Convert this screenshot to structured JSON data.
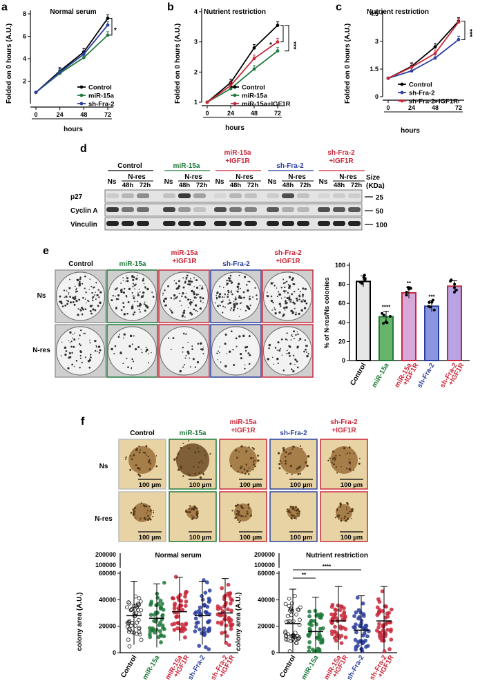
{
  "colors": {
    "control": "#000000",
    "mir15a": "#1f7a3a",
    "igf1r": "#c8283a",
    "shfra2": "#2b3f9e",
    "bar_control": "#e6e6e6",
    "bar_mir": "#66b56b",
    "bar_mir_igf": "#d8a8d8",
    "bar_sh": "#8a96e0",
    "bar_sh_igf": "#b8a4e4"
  },
  "panel_a": {
    "letter": "a",
    "title": "Normal serum",
    "ylabel": "Folded on 0 hours (A.U.)",
    "xlabel": "hours",
    "sig": "*"
  },
  "panel_b": {
    "letter": "b",
    "title": "Nutrient restriction",
    "ylabel": "Folded on 0 hours (A.U.)",
    "xlabel": "hours",
    "sig1": "*",
    "sig2": "***"
  },
  "panel_c": {
    "letter": "c",
    "title": "Nutrient restriction",
    "ylabel": "Folded on 0 hours (A.U.)",
    "xlabel": "hours",
    "sig": "***"
  },
  "chart_data": [
    {
      "type": "line",
      "title": "Normal serum",
      "xlabel": "hours",
      "ylabel": "Folded on 0 hours (A.U.)",
      "x": [
        0,
        24,
        48,
        72
      ],
      "ylim": [
        0,
        8
      ],
      "yticks": [
        2,
        4,
        6,
        8
      ],
      "series": [
        {
          "name": "Control",
          "values": [
            1,
            2.9,
            4.6,
            7.6
          ]
        },
        {
          "name": "miR-15a",
          "values": [
            1,
            2.7,
            4.1,
            6.1
          ]
        },
        {
          "name": "sh-Fra-2",
          "values": [
            1,
            2.8,
            4.4,
            7.0
          ]
        }
      ]
    },
    {
      "type": "line",
      "title": "Nutrient restriction",
      "xlabel": "hours",
      "ylabel": "Folded on 0 hours (A.U.)",
      "x": [
        0,
        24,
        48,
        72
      ],
      "ylim": [
        1,
        4
      ],
      "yticks": [
        1,
        2,
        3,
        4
      ],
      "series": [
        {
          "name": "Control",
          "values": [
            1,
            1.65,
            2.8,
            3.55
          ]
        },
        {
          "name": "miR-15a",
          "values": [
            1,
            1.45,
            2.1,
            2.7
          ]
        },
        {
          "name": "miR-15a+IGF1R",
          "values": [
            1,
            1.55,
            2.45,
            3.0
          ]
        }
      ]
    },
    {
      "type": "line",
      "title": "Nutrient restriction",
      "xlabel": "hours",
      "ylabel": "Folded on 0 hours (A.U.)",
      "x": [
        0,
        24,
        48,
        72
      ],
      "ylim": [
        0,
        4.5
      ],
      "yticks": [
        0,
        1.5,
        3.0,
        4.5
      ],
      "series": [
        {
          "name": "Control",
          "values": [
            1,
            1.65,
            2.7,
            4.1
          ]
        },
        {
          "name": "sh-Fra-2",
          "values": [
            1,
            1.4,
            2.1,
            3.1
          ]
        },
        {
          "name": "sh-Fra-2+IGF1R",
          "values": [
            1,
            1.6,
            2.35,
            4.05
          ]
        }
      ]
    },
    {
      "type": "bar",
      "ylabel": "% of N-res/Ns colonies",
      "ylim": [
        0,
        100
      ],
      "yticks": [
        0,
        20,
        40,
        60,
        80,
        100
      ],
      "categories": [
        "Control",
        "miR-15a",
        "miR-15a +IGF1R",
        "sh-Fra-2",
        "sh-Fra-2 +IGF1R"
      ],
      "values": [
        83,
        46,
        71,
        57,
        78
      ],
      "sig": [
        "",
        "****",
        "**",
        "***",
        ""
      ]
    },
    {
      "type": "scatter",
      "title": "Normal serum",
      "ylabel": "colony area (A.U.)",
      "yticks": [
        "0",
        "20000",
        "40000",
        "60000",
        "100000",
        "200000"
      ],
      "categories": [
        "Control",
        "miR-15a",
        "miR-15a +IGF1R",
        "sh-Fra-2",
        "sh-Fra-2 +IGF1R"
      ],
      "means": [
        28000,
        26000,
        31000,
        28000,
        30000
      ]
    },
    {
      "type": "scatter",
      "title": "Nutrient restriction",
      "ylabel": "colony area (A.U.)",
      "yticks": [
        "0",
        "20000",
        "40000",
        "60000",
        "100000",
        "200000"
      ],
      "categories": [
        "Control",
        "miR-15a",
        "miR-15a +IGF1R",
        "sh-Fra-2",
        "sh-Fra-2 +IGF1R"
      ],
      "means": [
        22000,
        16000,
        24000,
        17000,
        24000
      ],
      "sig": [
        "**",
        "****"
      ]
    }
  ],
  "panel_d": {
    "letter": "d",
    "groups": [
      {
        "name": "Control",
        "extra": ""
      },
      {
        "name": "miR-15a",
        "extra": ""
      },
      {
        "name": "miR-15a",
        "extra": "+IGF1R"
      },
      {
        "name": "sh-Fra-2",
        "extra": ""
      },
      {
        "name": "sh-Fra-2",
        "extra": "+IGF1R"
      }
    ],
    "ns": "Ns",
    "nres": "N-res",
    "t48": "48h",
    "t72": "72h",
    "size": "Size",
    "kda": "(KDa)",
    "rows": [
      {
        "name": "p27",
        "mw": "25"
      },
      {
        "name": "Cyclin A",
        "mw": "50"
      },
      {
        "name": "Vinculin",
        "mw": "100"
      }
    ]
  },
  "panel_e": {
    "letter": "e",
    "cols": [
      "Control",
      "miR-15a",
      "miR-15a",
      "sh-Fra-2",
      "sh-Fra-2"
    ],
    "cols2": [
      "",
      "",
      "+IGF1R",
      "",
      "+IGF1R"
    ],
    "rows": [
      "Ns",
      "N-res"
    ]
  },
  "panel_f": {
    "letter": "f",
    "cols": [
      "Control",
      "miR-15a",
      "miR-15a",
      "sh-Fra-2",
      "sh-Fra-2"
    ],
    "cols2": [
      "",
      "",
      "+IGF1R",
      "",
      "+IGF1R"
    ],
    "rows": [
      "Ns",
      "N-res"
    ],
    "scale": "100 µm"
  }
}
